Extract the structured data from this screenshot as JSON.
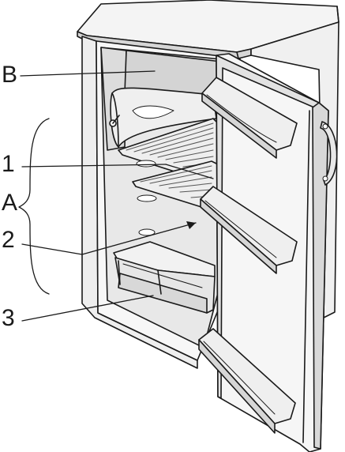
{
  "diagram": {
    "callouts": {
      "b": "B",
      "one": "1",
      "a": "A",
      "two": "2",
      "three": "3"
    },
    "colors": {
      "stroke": "#1a1a1a",
      "panel": "#f2f2f2",
      "interior": "#e6e6e6",
      "shade": "#c8c8c8",
      "freezer": "#d9d9d9"
    }
  }
}
